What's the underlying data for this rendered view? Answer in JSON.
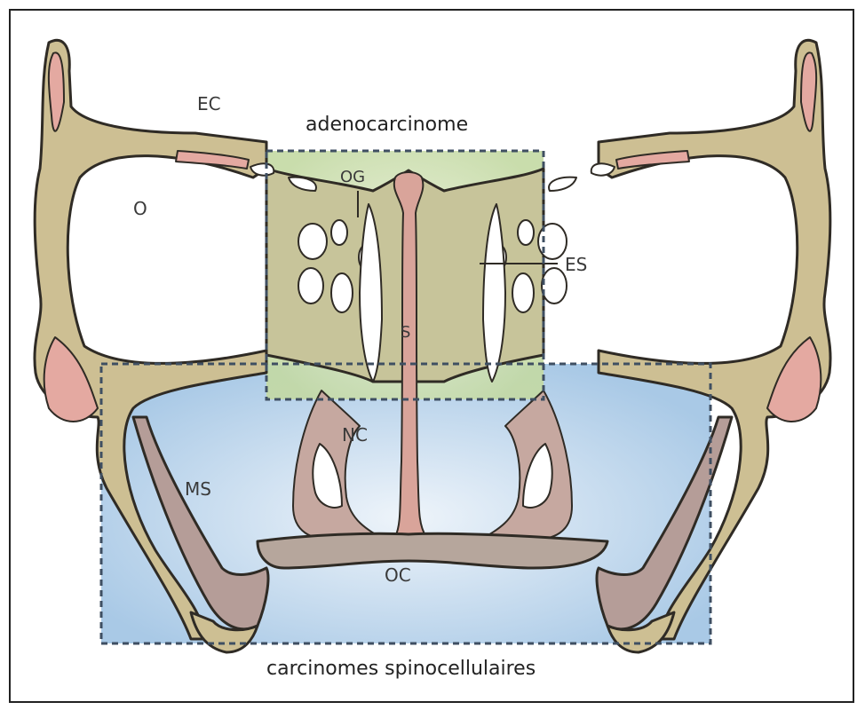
{
  "diagram": {
    "labels": {
      "ec": "EC",
      "o": "O",
      "og": "OG",
      "es": "ES",
      "s": "S",
      "nc": "NC",
      "ms": "MS",
      "oc": "OC"
    },
    "regions": {
      "upper": "adenocarcinome",
      "lower": "carcinomes spinocellulaires"
    },
    "colors": {
      "bone": "#cdbf93",
      "bone_outline": "#2f2b25",
      "cartilage": "#e4a9a1",
      "upper_region": "#cfe0b4",
      "lower_region": "#b9d3ea",
      "dashed_box": "#3f4f62"
    }
  }
}
